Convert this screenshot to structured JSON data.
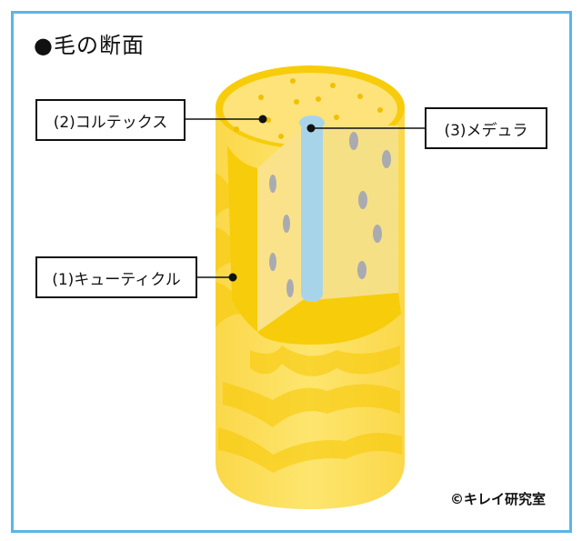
{
  "title": "●毛の断面",
  "labels": {
    "cortex": "(2)コルテックス",
    "medulla": "(3)メデュラ",
    "cuticle": "(1)キューティクル"
  },
  "copyright": "©キレイ研究室",
  "colors": {
    "border": "#5ab6e6",
    "hair_outer": "#f7cc0a",
    "hair_light": "#fde37a",
    "medulla": "#a8d4ea",
    "spots": "#a9abb0"
  }
}
